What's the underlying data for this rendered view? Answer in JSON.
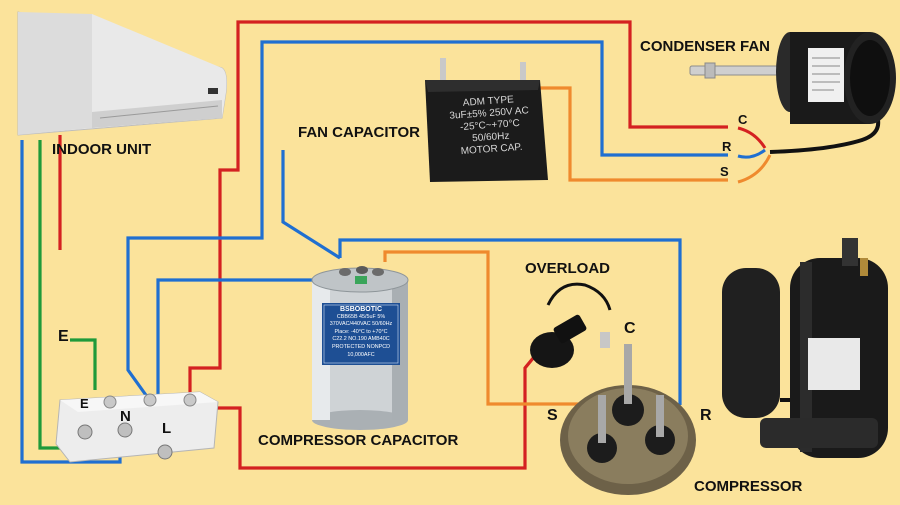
{
  "labels": {
    "indoor_unit": "INDOOR UNIT",
    "fan_capacitor": "FAN CAPACITOR",
    "condenser_fan": "CONDENSER FAN",
    "overload": "OVERLOAD",
    "compressor_capacitor": "COMPRESSOR CAPACITOR",
    "compressor": "COMPRESSOR"
  },
  "terminals": {
    "fan_c": "C",
    "fan_r": "R",
    "fan_s": "S",
    "comp_c": "C",
    "comp_s": "S",
    "comp_r": "R",
    "earth_wire": "E",
    "block_e": "E",
    "block_n": "N",
    "block_l": "L"
  },
  "fan_cap_print": {
    "line1": "ADM TYPE",
    "line2": "3uF±5% 250V AC",
    "line3": "-25°C~+70°C",
    "line4": "50/60Hz",
    "line5": "MOTOR CAP."
  },
  "comp_cap_print": {
    "brand": "BSBOBOTIC",
    "line1": "CBB65B 45/5uF 5%",
    "line2": "370VAC/440VAC 50/60Hz",
    "line3": "Place: -40°C to +70°C",
    "line4": "C22.2 NO.190 AMB40C",
    "line5": "PROTECTED NONPCD 10,000AFC"
  },
  "colors": {
    "background": "#fbe39b",
    "red_wire": "#d42121",
    "blue_wire": "#1f6fd1",
    "green_wire": "#1f9a3a",
    "orange_wire": "#ef8a2e",
    "black_wire": "#111111"
  }
}
